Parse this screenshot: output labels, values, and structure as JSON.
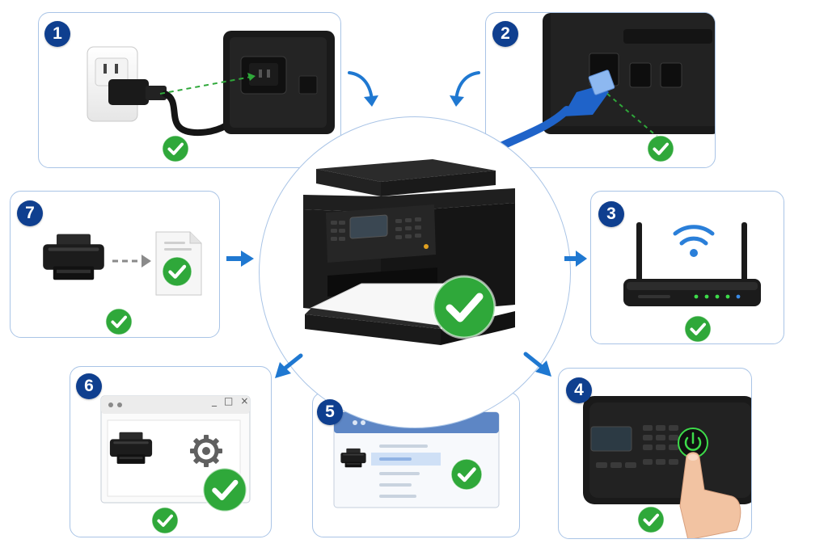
{
  "steps": [
    {
      "number": "1",
      "icon": "power-cable-icon",
      "status": "check-icon"
    },
    {
      "number": "2",
      "icon": "ethernet-cable-icon",
      "status": "check-icon"
    },
    {
      "number": "3",
      "icon": "wifi-router-icon",
      "status": "check-icon"
    },
    {
      "number": "4",
      "icon": "power-button-icon",
      "status": "check-icon"
    },
    {
      "number": "5",
      "icon": "printer-list-window-icon",
      "status": "check-icon"
    },
    {
      "number": "6",
      "icon": "printer-settings-window-icon",
      "status": "check-icon"
    },
    {
      "number": "7",
      "icon": "test-print-icon",
      "status": "check-icon"
    }
  ],
  "center": {
    "icon": "printer-icon",
    "status": "check-icon"
  },
  "window_controls": {
    "minimize": "_",
    "maximize": "□",
    "close": "×"
  },
  "colors": {
    "badge": "#0f3f8f",
    "check": "#2fa83a",
    "card_border": "#a9c4e6",
    "arrow": "#1f78d1",
    "ethernet_cable": "#1f63c9",
    "led": "#3ddc4a"
  }
}
